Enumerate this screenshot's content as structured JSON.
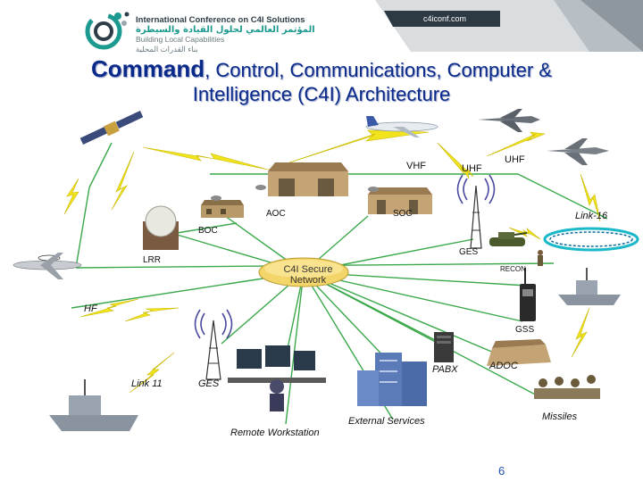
{
  "header": {
    "logo_line1": "International Conference on C4I Solutions",
    "logo_line2": "المؤتمر العالمي لحلول القيادة والسيطرة",
    "logo_line3": "Building Local Capabilities",
    "logo_line4": "بناء القدرات المحلية",
    "site_url": "c4iconf.com"
  },
  "title": {
    "word1": "Command",
    "rest1": ", Control, Communications, Computer &",
    "line2": "Intelligence (C4I) Architecture"
  },
  "labels": {
    "vhf": "VHF",
    "uhf1": "UHF",
    "uhf2": "UHF",
    "aoc": "AOC",
    "soc": "SOC",
    "link16": "Link-16",
    "boc": "BOC",
    "lrr": "LRR",
    "ges_top": "GES",
    "recon": "RECON",
    "secure_line1": "C4I Secure",
    "secure_line2": "Network",
    "hf": "HF",
    "gss": "GSS",
    "pabx": "PABX",
    "adoc": "ADOC",
    "link11": "Link 11",
    "ges_bottom": "GES",
    "missiles": "Missiles",
    "external_services": "External Services",
    "remote_workstation": "Remote Workstation"
  },
  "page_number": "6",
  "colors": {
    "title": "#0a2a8a",
    "link_lines": "#3aa84a",
    "radio_bolts": "#f2e41c",
    "header_band": "#2d3a44",
    "accent_teal": "#1d9a8f"
  }
}
